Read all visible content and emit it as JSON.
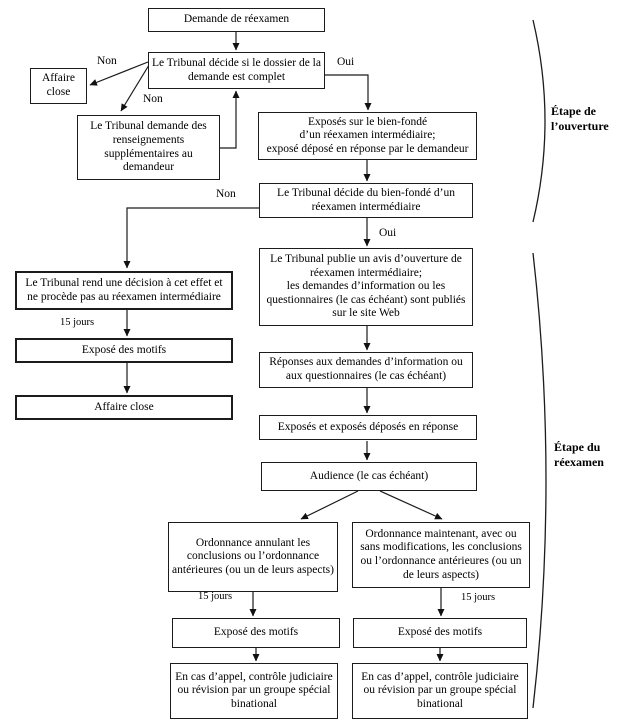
{
  "diagram": {
    "nodes": {
      "demande": "Demande de réexamen",
      "dossier_complet": "Le Tribunal décide si le dossier de la demande est complet",
      "affaire_close_haut": "Affaire close",
      "renseignements": "Le Tribunal demande des renseignements supplémentaires au demandeur",
      "exposes_bien_fonde": "Exposés sur le bien-fondé\nd’un réexamen intermédiaire;\nexposé déposé en réponse par le demandeur",
      "decide_bien_fonde": "Le Tribunal décide du bien-fondé d’un réexamen intermédiaire",
      "rend_decision": "Le Tribunal rend une décision à cet effet et ne procède pas au réexamen intermédiaire",
      "publie_avis": "Le Tribunal publie un avis d’ouverture de\nréexamen intermédiaire;\nles demandes d’information ou les\nquestionnaires (le cas échéant) sont publiés\nsur le site Web",
      "expose_motifs_gauche": "Exposé des motifs",
      "affaire_close_gauche": "Affaire close",
      "reponses": "Réponses aux demandes d’information ou aux questionnaires (le cas échéant)",
      "exposes_reponse": "Exposés et exposés déposés en réponse",
      "audience": "Audience (le cas échéant)",
      "ordonnance_annulant": "Ordonnance annulant les conclusions ou l’ordonnance antérieures (ou un de leurs aspects)",
      "ordonnance_maintenant": "Ordonnance maintenant, avec ou sans modifications, les conclusions ou l’ordonnance antérieures (ou un de leurs aspects)",
      "expose_motifs_bas_gauche": "Exposé des motifs",
      "expose_motifs_bas_droit": "Exposé des motifs",
      "appel_gauche": "En cas d’appel, contrôle judiciaire ou révision par un groupe spécial binational",
      "appel_droit": "En cas d’appel, contrôle judiciaire ou révision par un groupe spécial binational"
    },
    "edge_labels": {
      "non_affaire": "Non",
      "non_renseignements": "Non",
      "oui_dossier": "Oui",
      "non_bien_fonde": "Non",
      "oui_bien_fonde": "Oui",
      "delai_gauche": "15 jours",
      "delai_bas_gauche": "15 jours",
      "delai_bas_droit": "15 jours"
    },
    "stages": {
      "ouverture": "Étape de l’ouverture",
      "reexamen": "Étape du réexamen"
    }
  }
}
